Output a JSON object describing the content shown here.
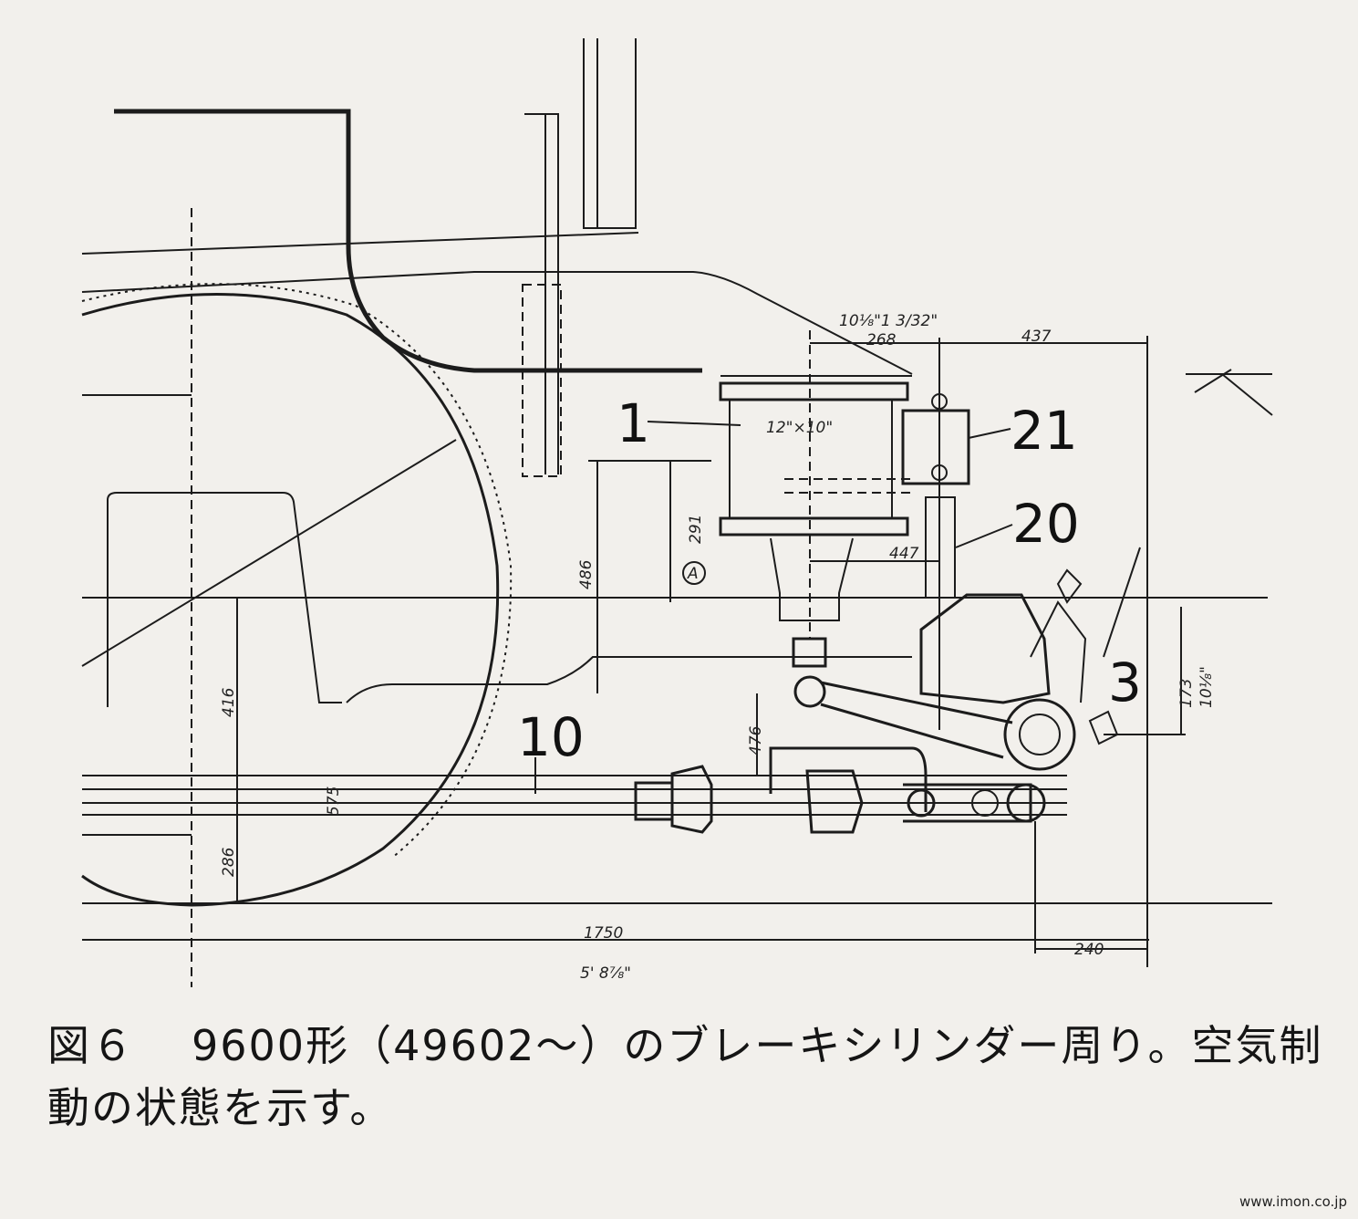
{
  "callouts": {
    "c1": "1",
    "c21": "21",
    "c20": "20",
    "c3": "3",
    "c10": "10"
  },
  "dimensions": {
    "d_10_1_32": "10⅛\"1 3/32\"",
    "d_268": "268",
    "d_437": "437",
    "d_12x10": "12\"×10\"",
    "d_486": "486",
    "d_291": "291",
    "d_A": "A",
    "d_447": "447",
    "d_416": "416",
    "d_575": "575",
    "d_286": "286",
    "d_476": "476",
    "d_1750": "1750",
    "d_5_8": "5' 8⅞\"",
    "d_240": "240",
    "d_173": "173",
    "d_108": "10⅛\""
  },
  "caption": {
    "label": "図６",
    "text": "9600形（49602～）のブレーキシリンダー周り。空気制動の状態を示す。"
  },
  "watermark": "www.imon.co.jp"
}
